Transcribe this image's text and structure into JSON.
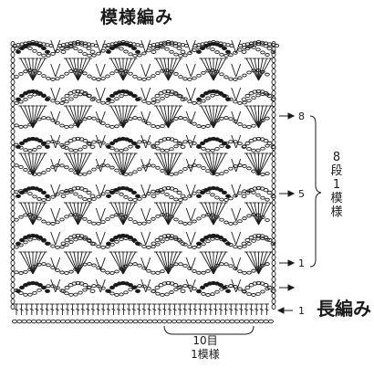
{
  "title": "模様編み",
  "row_markers": {
    "r8": "8",
    "r5": "5",
    "r1": "1",
    "base1": "1"
  },
  "repeat_rows": [
    "8",
    "段",
    "1",
    "模",
    "様"
  ],
  "section_label": "長編み",
  "repeat_width": {
    "count": "10目",
    "unit": "1模様"
  },
  "colors": {
    "ink": "#1a1a1a",
    "paper": "#ffffff"
  },
  "icons": [
    "arrow-right-icon",
    "arrow-left-icon",
    "brace-icon"
  ]
}
